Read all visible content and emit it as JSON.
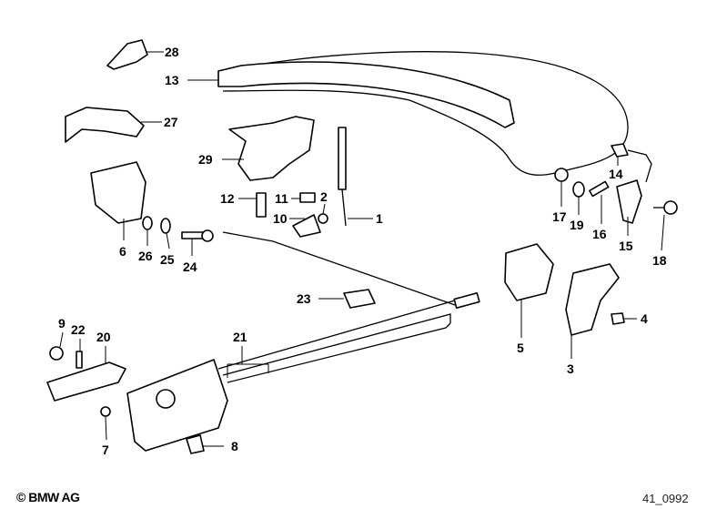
{
  "diagram": {
    "callouts": [
      "28",
      "13",
      "27",
      "29",
      "12",
      "11",
      "2",
      "10",
      "1",
      "6",
      "26",
      "25",
      "24",
      "14",
      "17",
      "19",
      "16",
      "15",
      "18",
      "23",
      "5",
      "4",
      "3",
      "9",
      "22",
      "20",
      "21",
      "7",
      "8"
    ]
  },
  "footer": {
    "copyright": "© BMW AG",
    "diagram_id": "41_0992"
  }
}
